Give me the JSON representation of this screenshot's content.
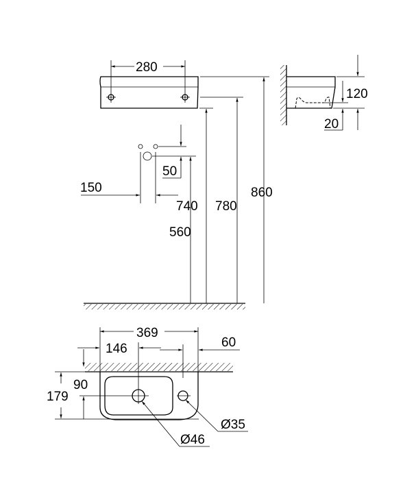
{
  "title": "Basin installation dimension drawing",
  "dimensions": {
    "tap_hole_spacing": "280",
    "height_120": "120",
    "height_20": "20",
    "connection_50": "50",
    "connection_150": "150",
    "height_740": "740",
    "height_780": "780",
    "height_860": "860",
    "height_560": "560",
    "width_369": "369",
    "offset_146": "146",
    "offset_60": "60",
    "depth_90": "90",
    "depth_179": "179",
    "drain_dia": "Ø46",
    "taphole_dia": "Ø35"
  }
}
